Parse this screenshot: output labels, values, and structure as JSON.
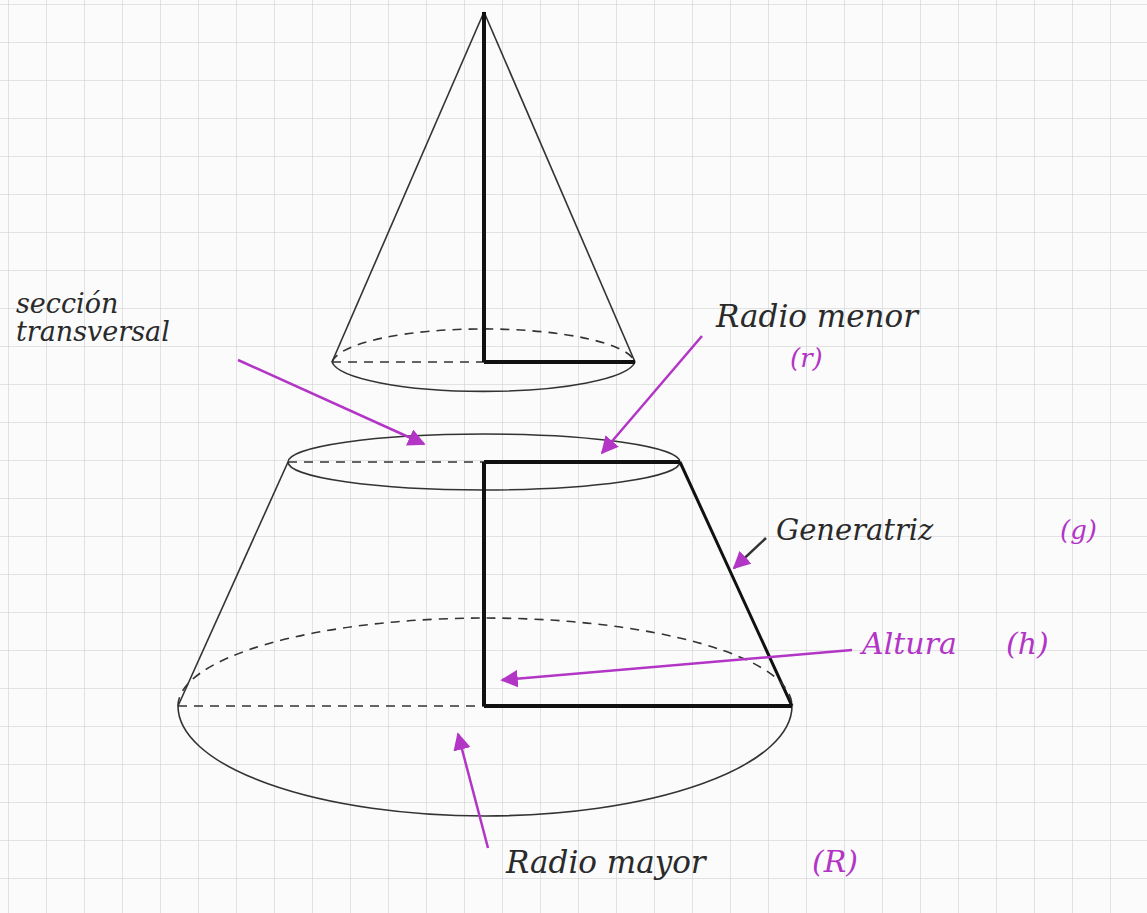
{
  "diagram": {
    "labels": [
      "sección transversal",
      "Radio menor",
      "(r)",
      "Generatriz",
      "(g)",
      "Altura",
      "(h)",
      "Radio mayor",
      "(R)"
    ]
  }
}
